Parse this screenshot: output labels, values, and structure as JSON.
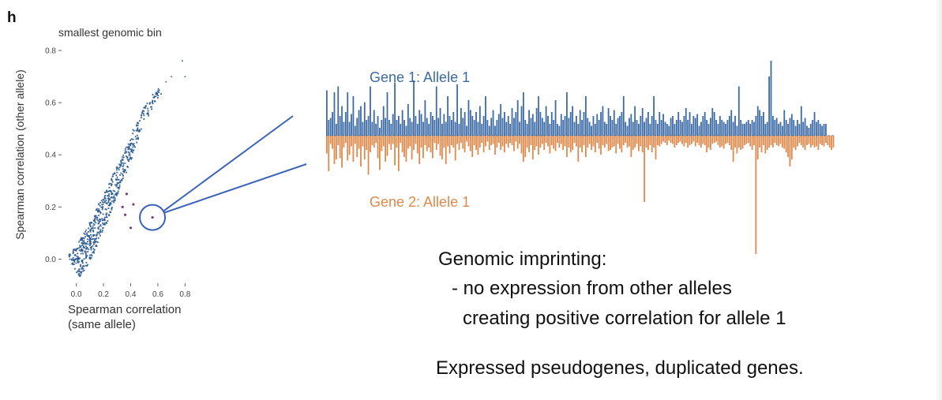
{
  "panel_label": "h",
  "text": {
    "imprinting_heading": "Genomic imprinting:",
    "imprinting_bullet_1": "- no expression from other alleles",
    "imprinting_bullet_2": "creating positive correlation for allele 1",
    "pseudogenes": "Expressed pseudogenes, duplicated genes."
  },
  "colors": {
    "allele1": "#3b6aa5",
    "allele2": "#e0894a",
    "outlier": "#7b3f79",
    "zoom": "#3a62b8",
    "scatter": "#2f5e95"
  },
  "chart_data": [
    {
      "type": "scatter",
      "title": "smallest genomic bin",
      "xlabel": "Spearman correlation",
      "xlabel_line2": "(same allele)",
      "ylabel": "Spearman correlation (other allele)",
      "xlim": [
        -0.05,
        0.85
      ],
      "ylim": [
        -0.05,
        0.8
      ],
      "xticks": [
        "0.0",
        "0.2",
        "0.4",
        "0.6",
        "0.8"
      ],
      "yticks": [
        "0.0",
        "0.2",
        "0.4",
        "0.6",
        "0.8"
      ],
      "grid": false,
      "main_cloud": {
        "note_points": "dense diagonal cloud of points",
        "diagonal_points": [
          [
            -0.02,
            -0.03
          ],
          [
            0.05,
            0.02
          ],
          [
            0.1,
            0.07
          ],
          [
            0.15,
            0.12
          ],
          [
            0.2,
            0.18
          ],
          [
            0.25,
            0.24
          ],
          [
            0.3,
            0.3
          ],
          [
            0.35,
            0.36
          ],
          [
            0.4,
            0.42
          ],
          [
            0.45,
            0.5
          ],
          [
            0.52,
            0.57
          ],
          [
            0.58,
            0.62
          ],
          [
            0.62,
            0.65
          ]
        ],
        "sparse_points": [
          [
            0.66,
            0.68
          ],
          [
            0.7,
            0.7
          ],
          [
            0.78,
            0.76
          ],
          [
            0.8,
            0.7
          ],
          [
            0.48,
            0.55
          ],
          [
            0.56,
            0.6
          ]
        ]
      },
      "outliers": [
        [
          0.37,
          0.25
        ],
        [
          0.34,
          0.2
        ],
        [
          0.42,
          0.21
        ],
        [
          0.36,
          0.17
        ],
        [
          0.4,
          0.12
        ],
        [
          0.56,
          0.16
        ]
      ],
      "highlight": {
        "x": 0.56,
        "y": 0.16
      }
    },
    {
      "type": "bar",
      "series": [
        {
          "name": "Gene 1: Allele 1",
          "color": "#3b6aa5",
          "direction": "up",
          "values": [
            0.23,
            0.08,
            0.09,
            0.12,
            0.22,
            0.06,
            0.25,
            0.1,
            0.15,
            0.07,
            0.12,
            0.22,
            0.07,
            0.11,
            0.2,
            0.05,
            0.09,
            0.13,
            0.15,
            0.07,
            0.17,
            0.08,
            0.1,
            0.25,
            0.07,
            0.13,
            0.06,
            0.1,
            0.04,
            0.08,
            0.15,
            0.09,
            0.22,
            0.08,
            0.06,
            0.11,
            0.27,
            0.08,
            0.1,
            0.06,
            0.13,
            0.08,
            0.05,
            0.16,
            0.09,
            0.07,
            0.28,
            0.1,
            0.06,
            0.13,
            0.11,
            0.07,
            0.18,
            0.09,
            0.06,
            0.12,
            0.1,
            0.08,
            0.25,
            0.09,
            0.14,
            0.06,
            0.11,
            0.07,
            0.2,
            0.1,
            0.08,
            0.12,
            0.07,
            0.26,
            0.06,
            0.14,
            0.09,
            0.12,
            0.05,
            0.18,
            0.13,
            0.1,
            0.08,
            0.12,
            0.07,
            0.15,
            0.06,
            0.1,
            0.2,
            0.08,
            0.05,
            0.09,
            0.13,
            0.05,
            0.08,
            0.11,
            0.16,
            0.09,
            0.12,
            0.07,
            0.1,
            0.06,
            0.14,
            0.09,
            0.12,
            0.18,
            0.07,
            0.15,
            0.22,
            0.08,
            0.06,
            0.13,
            0.09,
            0.11,
            0.07,
            0.14,
            0.2,
            0.12,
            0.09,
            0.07,
            0.15,
            0.1,
            0.06,
            0.12,
            0.08,
            0.18,
            0.06,
            0.05,
            0.11,
            0.08,
            0.1,
            0.22,
            0.09,
            0.12,
            0.15,
            0.07,
            0.1,
            0.06,
            0.13,
            0.08,
            0.12,
            0.2,
            0.09,
            0.07,
            0.05,
            0.1,
            0.06,
            0.11,
            0.08,
            0.12,
            0.15,
            0.07,
            0.06,
            0.14,
            0.1,
            0.08,
            0.13,
            0.06,
            0.09,
            0.1,
            0.12,
            0.2,
            0.07,
            0.05,
            0.09,
            0.11,
            0.07,
            0.15,
            0.08,
            0.06,
            0.1,
            0.14,
            0.07,
            0.09,
            0.12,
            0.06,
            0.1,
            0.2,
            0.08,
            0.06,
            0.12,
            0.08,
            0.11,
            0.07,
            0.06,
            0.05,
            0.09,
            0.1,
            0.06,
            0.08,
            0.12,
            0.08,
            0.07,
            0.1,
            0.14,
            0.08,
            0.12,
            0.06,
            0.1,
            0.09,
            0.11,
            0.05,
            0.07,
            0.1,
            0.12,
            0.08,
            0.06,
            0.09,
            0.14,
            0.12,
            0.08,
            0.06,
            0.1,
            0.08,
            0.07,
            0.06,
            0.08,
            0.1,
            0.13,
            0.07,
            0.1,
            0.05,
            0.25,
            0.08,
            0.06,
            0.06,
            0.07,
            0.08,
            0.06,
            0.08,
            0.07,
            0.1,
            0.15,
            0.13,
            0.1,
            0.12,
            0.06,
            0.07,
            0.3,
            0.38,
            0.1,
            0.08,
            0.09,
            0.06,
            0.07,
            0.05,
            0.13,
            0.08,
            0.06,
            0.09,
            0.11,
            0.08,
            0.05,
            0.08,
            0.06,
            0.15,
            0.07,
            0.09,
            0.05,
            0.04,
            0.06,
            0.08,
            0.12,
            0.07,
            0.08,
            0.06,
            0.05,
            0.06,
            0.06
          ]
        },
        {
          "name": "Gene 2: Allele 1",
          "color": "#e0894a",
          "direction": "down",
          "values": [
            0.15,
            0.3,
            0.07,
            0.11,
            0.24,
            0.2,
            0.08,
            0.19,
            0.27,
            0.1,
            0.06,
            0.21,
            0.16,
            0.09,
            0.22,
            0.07,
            0.18,
            0.11,
            0.26,
            0.09,
            0.2,
            0.12,
            0.33,
            0.14,
            0.08,
            0.1,
            0.06,
            0.19,
            0.29,
            0.13,
            0.09,
            0.22,
            0.17,
            0.07,
            0.12,
            0.07,
            0.25,
            0.1,
            0.3,
            0.06,
            0.14,
            0.18,
            0.22,
            0.11,
            0.09,
            0.2,
            0.12,
            0.07,
            0.15,
            0.24,
            0.1,
            0.19,
            0.08,
            0.13,
            0.1,
            0.14,
            0.19,
            0.06,
            0.12,
            0.07,
            0.17,
            0.2,
            0.1,
            0.24,
            0.09,
            0.15,
            0.08,
            0.1,
            0.21,
            0.07,
            0.12,
            0.06,
            0.11,
            0.14,
            0.05,
            0.09,
            0.13,
            0.18,
            0.08,
            0.12,
            0.16,
            0.1,
            0.06,
            0.14,
            0.09,
            0.05,
            0.12,
            0.08,
            0.07,
            0.16,
            0.1,
            0.06,
            0.12,
            0.09,
            0.14,
            0.07,
            0.1,
            0.06,
            0.08,
            0.13,
            0.05,
            0.11,
            0.07,
            0.15,
            0.22,
            0.18,
            0.1,
            0.14,
            0.08,
            0.2,
            0.12,
            0.09,
            0.16,
            0.1,
            0.07,
            0.12,
            0.06,
            0.09,
            0.15,
            0.08,
            0.11,
            0.13,
            0.06,
            0.1,
            0.07,
            0.12,
            0.09,
            0.18,
            0.1,
            0.14,
            0.12,
            0.06,
            0.09,
            0.22,
            0.1,
            0.14,
            0.08,
            0.18,
            0.1,
            0.07,
            0.12,
            0.09,
            0.14,
            0.06,
            0.11,
            0.16,
            0.08,
            0.1,
            0.07,
            0.13,
            0.12,
            0.1,
            0.09,
            0.15,
            0.07,
            0.11,
            0.14,
            0.08,
            0.06,
            0.1,
            0.09,
            0.18,
            0.12,
            0.1,
            0.07,
            0.13,
            0.09,
            0.14,
            0.56,
            0.1,
            0.12,
            0.08,
            0.14,
            0.1,
            0.2,
            0.08,
            0.09,
            0.07,
            0.05,
            0.06,
            0.08,
            0.04,
            0.06,
            0.07,
            0.1,
            0.08,
            0.06,
            0.05,
            0.07,
            0.09,
            0.06,
            0.1,
            0.08,
            0.07,
            0.05,
            0.09,
            0.06,
            0.08,
            0.1,
            0.07,
            0.08,
            0.14,
            0.1,
            0.12,
            0.07,
            0.06,
            0.05,
            0.08,
            0.1,
            0.09,
            0.11,
            0.07,
            0.06,
            0.08,
            0.12,
            0.22,
            0.1,
            0.15,
            0.1,
            0.12,
            0.11,
            0.08,
            0.07,
            0.06,
            0.09,
            0.12,
            0.08,
            1.0,
            0.2,
            0.1,
            0.14,
            0.08,
            0.15,
            0.12,
            0.1,
            0.08,
            0.1,
            0.06,
            0.08,
            0.09,
            0.07,
            0.1,
            0.11,
            0.14,
            0.18,
            0.26,
            0.2,
            0.1,
            0.12,
            0.09,
            0.06,
            0.08,
            0.1,
            0.12,
            0.08,
            0.07,
            0.1,
            0.08,
            0.1,
            0.09,
            0.12,
            0.07,
            0.08,
            0.09,
            0.06,
            0.08,
            0.1,
            0.12,
            0.1
          ]
        }
      ]
    }
  ]
}
